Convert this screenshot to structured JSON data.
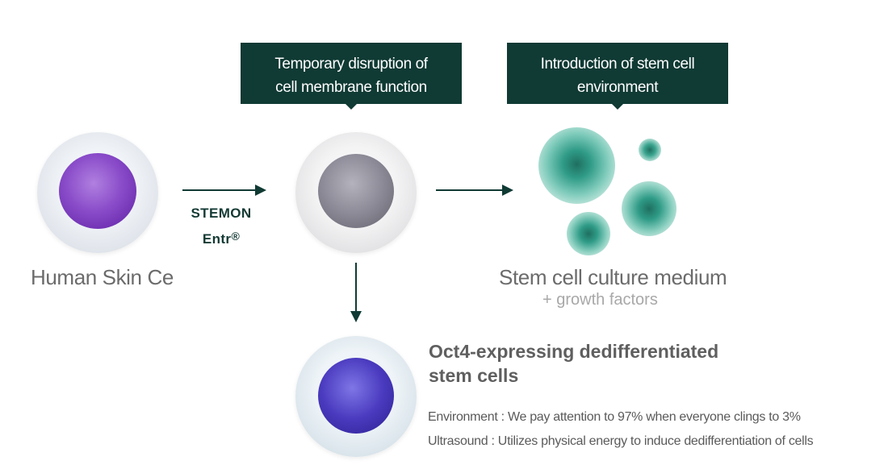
{
  "callouts": {
    "membrane": {
      "line1": "Temporary disruption of",
      "line2": "cell membrane function"
    },
    "environment": {
      "line1": "Introduction of stem cell",
      "line2": "environment"
    }
  },
  "cells": {
    "skin_label": "Human Skin Ce",
    "medium_label": "Stem cell culture medium",
    "medium_sub": "+ growth factors"
  },
  "process": {
    "name": "STEMON",
    "product": "Entr",
    "mark": "®"
  },
  "result": {
    "title_line1": "Oct4-expressing dedifferentiated",
    "title_line2": "stem cells",
    "environment_line": "Environment : We pay attention to 97% when everyone clings to 3%",
    "ultrasound_line": "Ultrasound : Utilizes physical energy to induce dedifferentiation of cells"
  },
  "colors": {
    "dark_green": "#103a34",
    "skin_nucleus": "#8a4cc9",
    "disrupted_nucleus": "#8c8a96",
    "stem_nucleus": "#4a3bbf",
    "medium_cluster": "#2f9b87"
  }
}
